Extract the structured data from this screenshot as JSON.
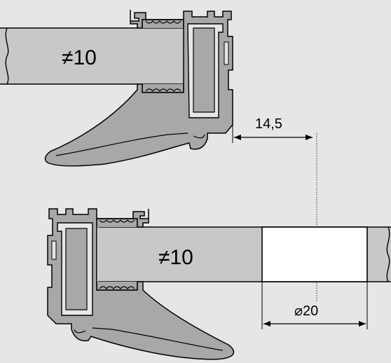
{
  "top_assembly": {
    "thickness_label": "≠10"
  },
  "bottom_assembly": {
    "thickness_label": "≠10"
  },
  "dimensions": {
    "offset_value": "14,5",
    "hole_diameter": "⌀20"
  }
}
